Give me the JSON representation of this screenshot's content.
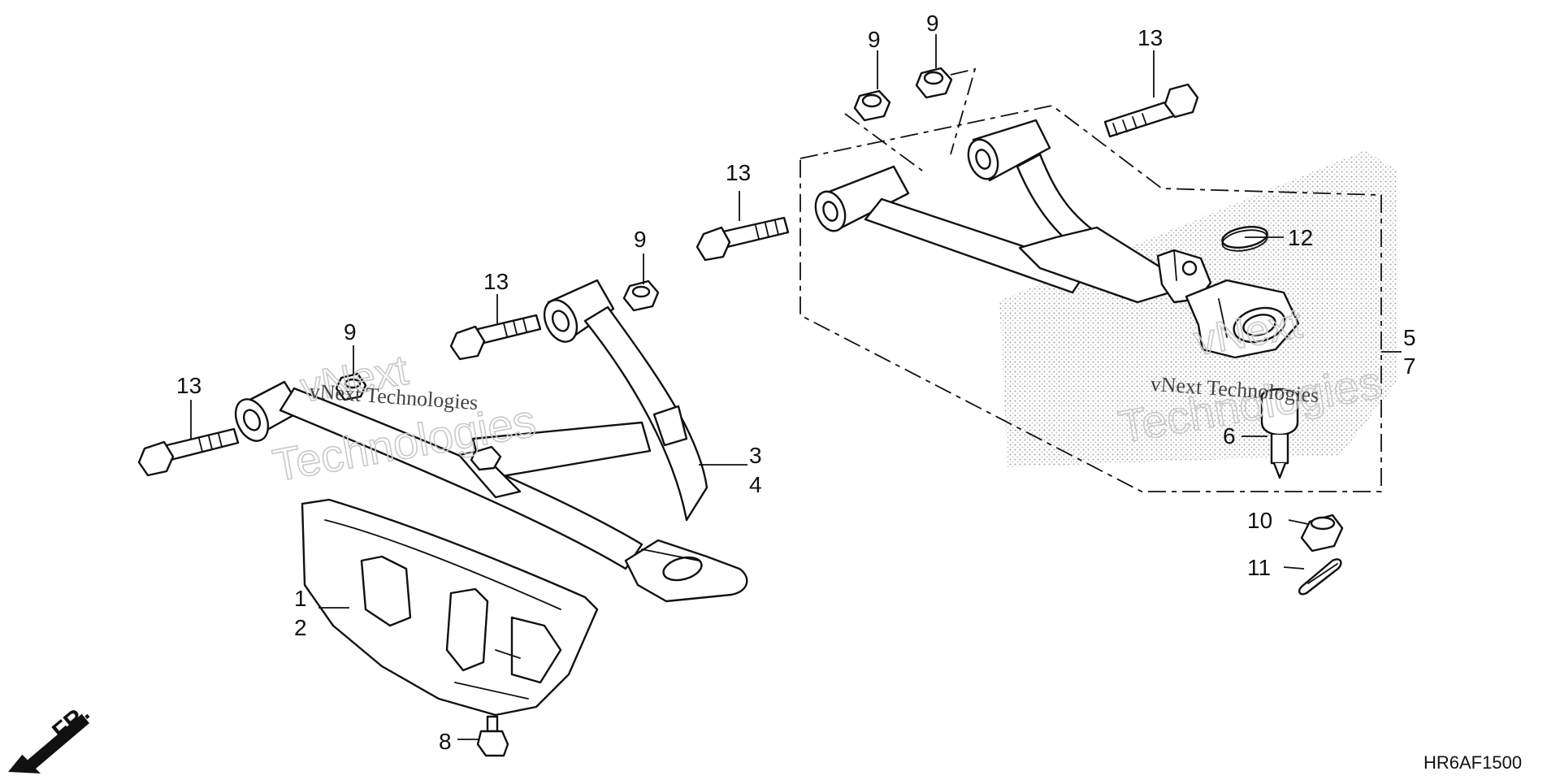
{
  "callouts": {
    "c1": "1",
    "c2": "2",
    "c3": "3",
    "c4": "4",
    "c5": "5",
    "c6": "6",
    "c7": "7",
    "c8": "8",
    "c9a": "9",
    "c9b": "9",
    "c9c": "9",
    "c9d": "9",
    "c10": "10",
    "c11": "11",
    "c12": "12",
    "c13a": "13",
    "c13b": "13",
    "c13c": "13",
    "c13d": "13"
  },
  "diagram_code": "HR6AF1500",
  "front_marker": "FR.",
  "watermarks": {
    "left_outline_1": "vNext",
    "left_outline_2": "Technologies",
    "left_plain": "vNext Technologies",
    "right_outline_1": "vNext",
    "right_outline_2": "Technologies",
    "right_plain": "vNext Technologies"
  },
  "colors": {
    "line": "#111111",
    "background": "#ffffff",
    "watermark": "#c9c9c9"
  }
}
